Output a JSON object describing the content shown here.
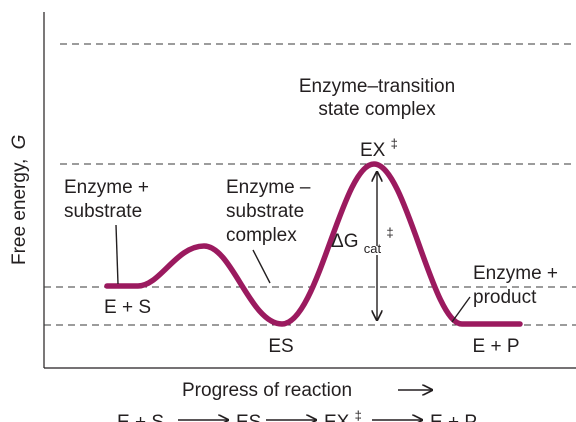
{
  "diagram": {
    "y_axis_label": "Free energy,",
    "y_axis_symbol": "G",
    "x_axis_label": "Progress of reaction",
    "labels": {
      "transition_line1": "Enzyme–transition",
      "transition_line2": "state complex",
      "ex_text": "EX",
      "ex_super": "‡",
      "enzyme_substrate_line1": "Enzyme +",
      "enzyme_substrate_line2": "substrate",
      "es_complex_line1": "Enzyme –",
      "es_complex_line2": "substrate",
      "es_complex_line3": "complex",
      "delta_g": "ΔG",
      "delta_g_sub": "cat",
      "delta_g_super": "‡",
      "enzyme_product_line1": "Enzyme +",
      "enzyme_product_line2": "product",
      "es_plus": "E + S",
      "es": "ES",
      "ep_plus": "E + P"
    },
    "equation": {
      "s1": "E + S",
      "s2": "ES",
      "s3": "EX",
      "s3_super": "‡",
      "s4": "E + P"
    },
    "colors": {
      "curve": "#9b1a5f",
      "text": "#231f20",
      "dashed": "#3a3a3a"
    }
  }
}
